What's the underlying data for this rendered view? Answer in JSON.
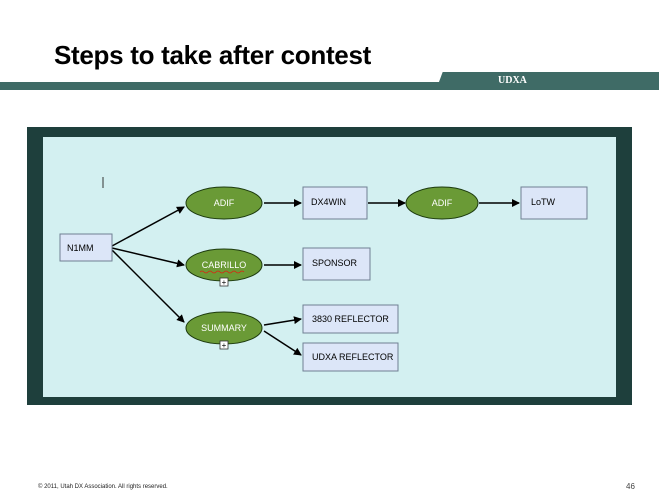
{
  "slide": {
    "title": "Steps to take after contest",
    "band_label": "UDXA",
    "copyright": "© 2011, Utah DX Association.   All rights reserved.",
    "page_number": "46"
  },
  "diagram": {
    "nodes": {
      "n1mm": "N1MM",
      "adif_1": "ADIF",
      "dx4win": "DX4WIN",
      "adif_2": "ADIF",
      "lotw": "LoTW",
      "cabrillo": "CABRILLO",
      "sponsor": "SPONSOR",
      "summary": "SUMMARY",
      "reflector_3830": "3830 REFLECTOR",
      "udxa_reflector": "UDXA REFLECTOR"
    },
    "expand_marker": "+",
    "colors": {
      "ellipse_fill": "#6a9a36",
      "box_fill": "#dce6f8",
      "canvas": "#d3f0f1",
      "frame": "#1e3f3c",
      "band": "#3f6b66"
    }
  }
}
